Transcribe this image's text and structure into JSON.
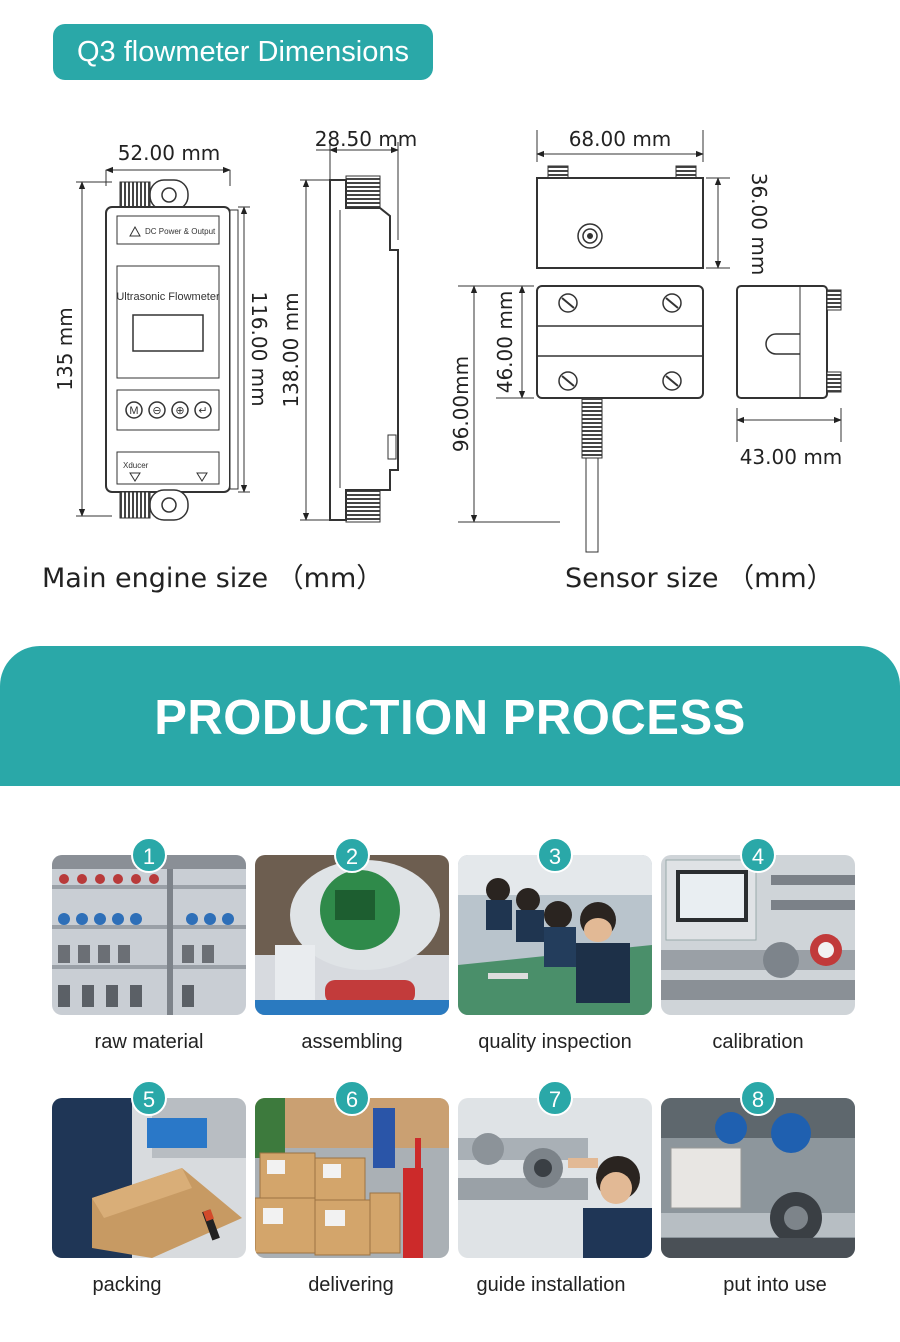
{
  "header": {
    "title": "Q3 flowmeter Dimensions"
  },
  "main_engine": {
    "width_label": "52.00 mm",
    "depth_label": "28.50 mm",
    "height_outer_label": "135 mm",
    "height_body_label": "116.00 mm",
    "height_side_label": "138.00 mm",
    "panel_top_label": "DC Power & Output",
    "panel_name_label": "Ultrasonic Flowmeter",
    "panel_bottom_label": "Xducer",
    "buttons": [
      "M",
      "⊖",
      "⊕",
      "↵"
    ],
    "caption": "Main engine size （mm）"
  },
  "sensor": {
    "width_label": "68.00 mm",
    "top_height_label": "36.00 mm",
    "body_height_label": "46.00 mm",
    "total_height_label": "96.00mm",
    "side_width_label": "43.00 mm",
    "caption": "Sensor size （mm）"
  },
  "production": {
    "title": "PRODUCTION PROCESS",
    "steps": [
      {
        "number": "1",
        "label": "raw material"
      },
      {
        "number": "2",
        "label": "assembling"
      },
      {
        "number": "3",
        "label": "quality inspection"
      },
      {
        "number": "4",
        "label": "calibration"
      },
      {
        "number": "5",
        "label": "packing"
      },
      {
        "number": "6",
        "label": "delivering"
      },
      {
        "number": "7",
        "label": "guide installation"
      },
      {
        "number": "8",
        "label": "put into use"
      }
    ]
  },
  "colors": {
    "accent": "#2aa8a8",
    "text": "#222222",
    "background": "#ffffff"
  }
}
